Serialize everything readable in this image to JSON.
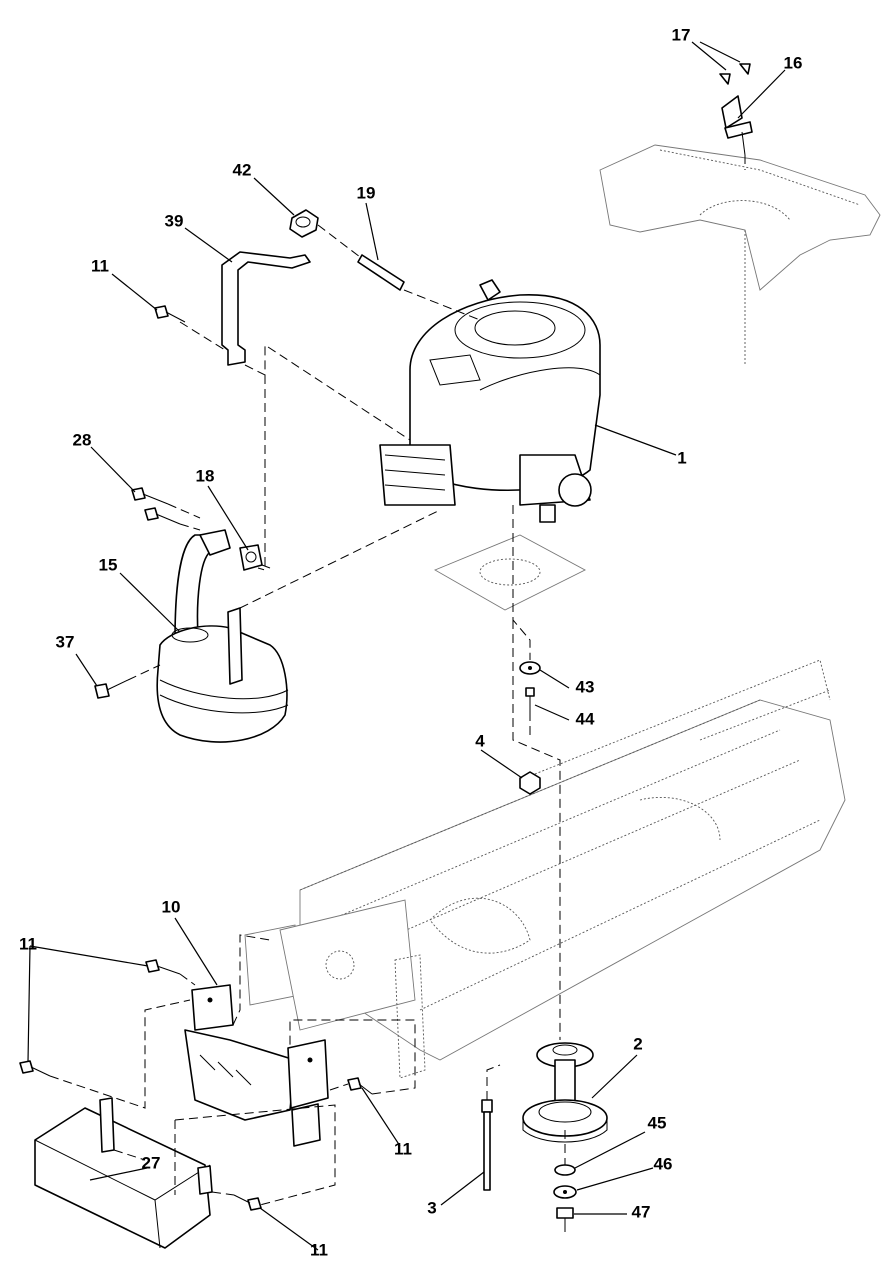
{
  "callouts": [
    {
      "id": "c17",
      "label": "17"
    },
    {
      "id": "c16",
      "label": "16"
    },
    {
      "id": "c42",
      "label": "42"
    },
    {
      "id": "c19",
      "label": "19"
    },
    {
      "id": "c39",
      "label": "39"
    },
    {
      "id": "c11a",
      "label": "11"
    },
    {
      "id": "c1",
      "label": "1"
    },
    {
      "id": "c28",
      "label": "28"
    },
    {
      "id": "c18",
      "label": "18"
    },
    {
      "id": "c15",
      "label": "15"
    },
    {
      "id": "c37",
      "label": "37"
    },
    {
      "id": "c43",
      "label": "43"
    },
    {
      "id": "c44",
      "label": "44"
    },
    {
      "id": "c4",
      "label": "4"
    },
    {
      "id": "c10",
      "label": "10"
    },
    {
      "id": "c11b",
      "label": "11"
    },
    {
      "id": "c11c",
      "label": "11"
    },
    {
      "id": "c27",
      "label": "27"
    },
    {
      "id": "c11d",
      "label": "11"
    },
    {
      "id": "c2",
      "label": "2"
    },
    {
      "id": "c45",
      "label": "45"
    },
    {
      "id": "c46",
      "label": "46"
    },
    {
      "id": "c3",
      "label": "3"
    },
    {
      "id": "c47",
      "label": "47"
    }
  ]
}
